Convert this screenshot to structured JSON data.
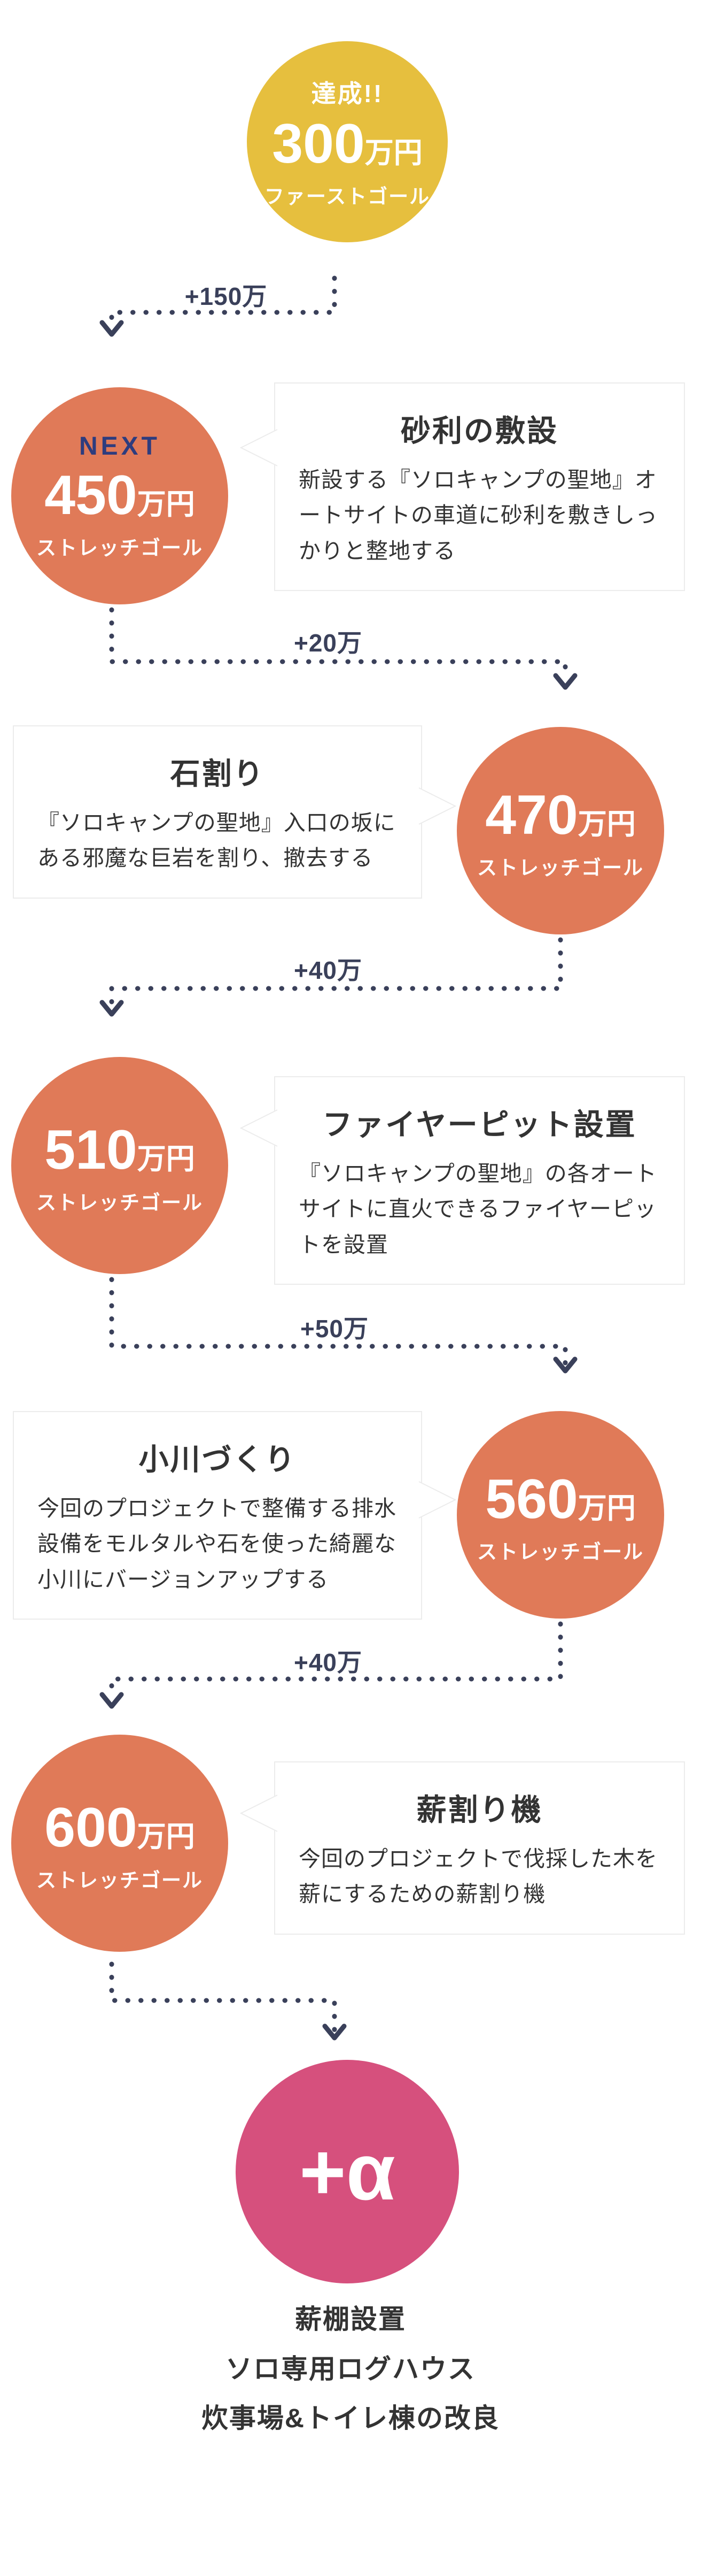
{
  "colors": {
    "gold": "#e6bf3e",
    "orange": "#e07a58",
    "pink": "#d6507d",
    "navy": "#2e3c7e",
    "line": "#3a405a",
    "bubble-border": "#ececec"
  },
  "first_goal": {
    "badge": "達成!!",
    "amount": "300",
    "unit": "万円",
    "label": "ファーストゴール"
  },
  "goals": [
    {
      "badge": "NEXT",
      "amount": "450",
      "unit": "万円",
      "label": "ストレッチゴール",
      "increment": "+150万",
      "bubble": {
        "title": "砂利の敷設",
        "desc": "新設する『ソロキャンプの聖地』オートサイトの車道に砂利を敷きしっかりと整地する"
      }
    },
    {
      "amount": "470",
      "unit": "万円",
      "label": "ストレッチゴール",
      "increment": "+20万",
      "bubble": {
        "title": "石割り",
        "desc": "『ソロキャンプの聖地』入口の坂にある邪魔な巨岩を割り、撤去する"
      }
    },
    {
      "amount": "510",
      "unit": "万円",
      "label": "ストレッチゴール",
      "increment": "+40万",
      "bubble": {
        "title": "ファイヤーピット設置",
        "desc": "『ソロキャンプの聖地』の各オートサイトに直火できるファイヤーピットを設置"
      }
    },
    {
      "amount": "560",
      "unit": "万円",
      "label": "ストレッチゴール",
      "increment": "+50万",
      "bubble": {
        "title": "小川づくり",
        "desc": "今回のプロジェクトで整備する排水設備をモルタルや石を使った綺麗な小川にバージョンアップする"
      }
    },
    {
      "amount": "600",
      "unit": "万円",
      "label": "ストレッチゴール",
      "increment": "+40万",
      "bubble": {
        "title": "薪割り機",
        "desc": "今回のプロジェクトで伐採した木を薪にするための薪割り機"
      }
    }
  ],
  "final": {
    "symbol": "+α",
    "items": [
      "薪棚設置",
      "ソロ専用ログハウス",
      "炊事場&トイレ棟の改良"
    ]
  }
}
